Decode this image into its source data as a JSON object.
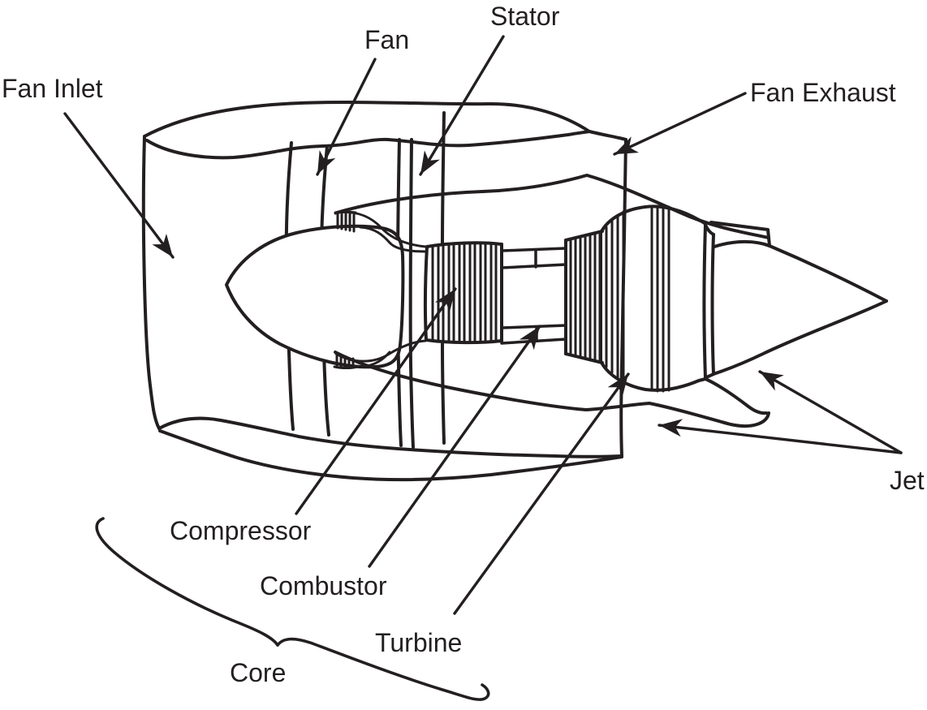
{
  "figure": {
    "title": "Turbofan engine cutaway diagram",
    "background_color": "#ffffff",
    "line_color": "#231f20",
    "labels": {
      "fan_inlet": "Fan Inlet",
      "fan": "Fan",
      "stator": "Stator",
      "fan_exhaust": "Fan Exhaust",
      "compressor": "Compressor",
      "combustor": "Combustor",
      "turbine": "Turbine",
      "core": "Core",
      "jet": "Jet"
    },
    "callouts": [
      {
        "label": "Fan Inlet",
        "points_to": "front opening of fan nacelle"
      },
      {
        "label": "Fan",
        "points_to": "fan blade behind inlet"
      },
      {
        "label": "Stator",
        "points_to": "stator vanes behind fan"
      },
      {
        "label": "Fan Exhaust",
        "points_to": "nacelle trailing edge duct exit"
      },
      {
        "label": "Compressor",
        "points_to": "ribbed compressor drum"
      },
      {
        "label": "Combustor",
        "points_to": "combustor section between compressor and turbine"
      },
      {
        "label": "Turbine",
        "points_to": "ribbed turbine drum"
      },
      {
        "label": "Core",
        "points_to": "brace spanning compressor, combustor and turbine"
      },
      {
        "label": "Jet",
        "points_to": "core and fan exhaust jets"
      }
    ]
  }
}
